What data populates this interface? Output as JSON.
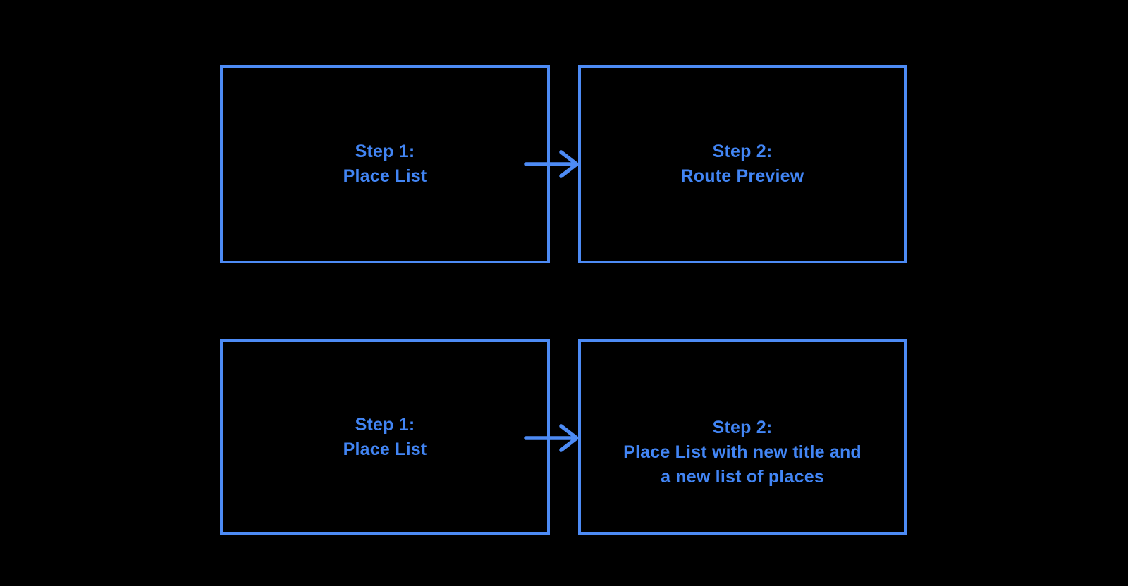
{
  "canvas": {
    "background_color": "#000000",
    "box_border_color": "#4d8bf5",
    "text_color": "#4285f4",
    "arrow_color": "#4d8bf5"
  },
  "flow": {
    "rows": [
      {
        "from": {
          "lines": [
            "Step 1:",
            "Place List"
          ]
        },
        "arrow_direction": "right",
        "to": {
          "lines": [
            "Step 2:",
            "Route Preview"
          ]
        }
      },
      {
        "from": {
          "lines": [
            "Step 1:",
            "Place List"
          ]
        },
        "arrow_direction": "right",
        "to": {
          "lines": [
            "Step 2:",
            "Place List with new title and",
            "a new list of places"
          ]
        }
      }
    ]
  }
}
